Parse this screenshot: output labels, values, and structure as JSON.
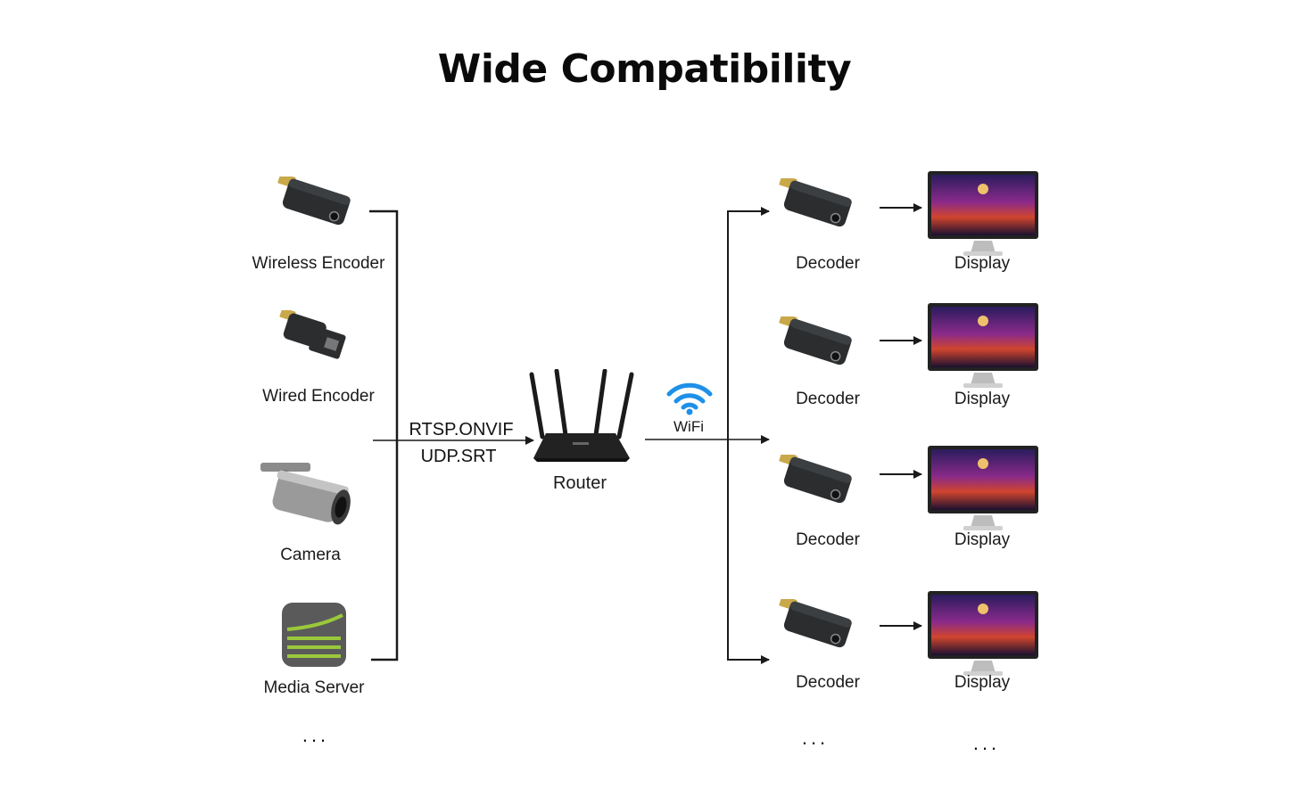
{
  "title": "Wide Compatibility",
  "sources": [
    {
      "label": "Wireless Encoder",
      "icon": "wireless-encoder-icon"
    },
    {
      "label": "Wired Encoder",
      "icon": "wired-encoder-icon"
    },
    {
      "label": "Camera",
      "icon": "camera-icon"
    },
    {
      "label": "Media Server",
      "icon": "media-server-icon"
    }
  ],
  "protocols": {
    "line1": "RTSP.ONVIF",
    "line2": "UDP.SRT"
  },
  "router": {
    "label": "Router",
    "icon": "router-icon"
  },
  "wifi": {
    "label": "WiFi",
    "icon": "wifi-icon",
    "color": "#1e90e8"
  },
  "receivers": [
    {
      "decoder": "Decoder",
      "display": "Display"
    },
    {
      "decoder": "Decoder",
      "display": "Display"
    },
    {
      "decoder": "Decoder",
      "display": "Display"
    },
    {
      "decoder": "Decoder",
      "display": "Display"
    }
  ],
  "ellipsis": "...",
  "colors": {
    "line": "#1a1a1a",
    "device": "#2b2d2f",
    "server_bg": "#5a5a5a",
    "server_lines": "#9ac83c"
  }
}
